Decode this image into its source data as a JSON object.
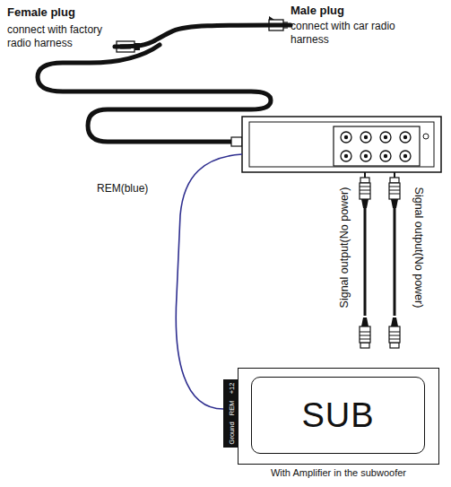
{
  "diagram": {
    "nodes": [
      {
        "text": [
          "Female plug",
          "connect with factory radio harness"
        ]
      },
      {
        "text": [
          "Male plug",
          "connect with car radio harness"
        ]
      },
      {
        "text": [
          "With Amplifier in the subwoofer"
        ]
      },
      {
        "text": [
          "SUB"
        ],
        "in": 2
      },
      {
        "text": [
          "Ground",
          "REM",
          "+12"
        ],
        "in": 2
      }
    ],
    "edges": [
      {
        "from": 0,
        "to": 1,
        "arrow": "none"
      }
    ],
    "labels": [
      "REM(blue)",
      "Signal output(No power)",
      "Signal output(No power)"
    ]
  }
}
